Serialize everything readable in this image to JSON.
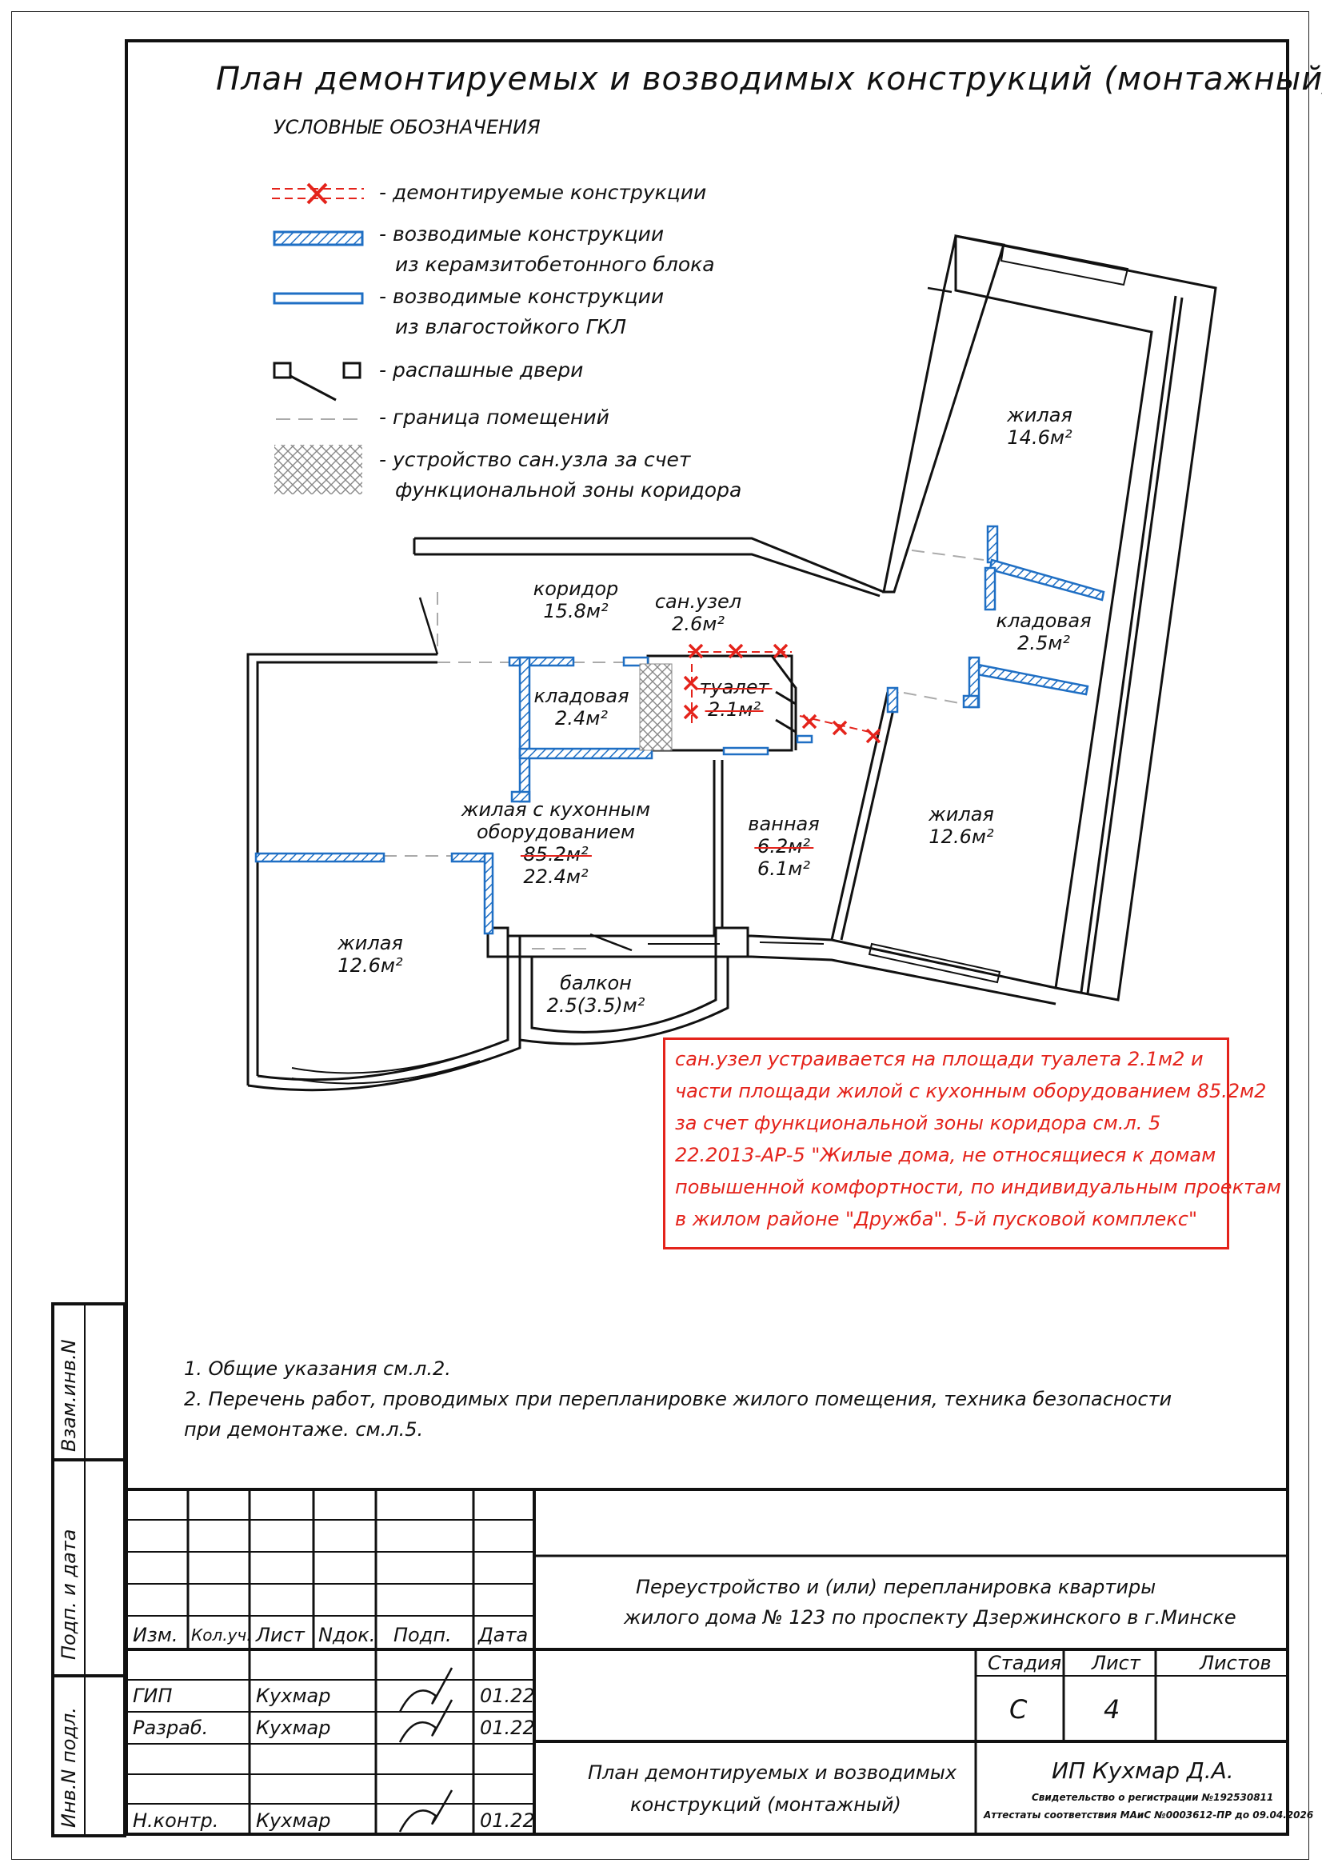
{
  "title": "План  демонтируемых  и  возводимых  конструкций (монтажный)",
  "legend": {
    "heading": "УСЛОВНЫЕ ОБОЗНАЧЕНИЯ",
    "items": [
      {
        "text": "- демонтируемые конструкции"
      },
      {
        "text": "- возводимые конструкции",
        "text2": "из керамзитобетонного блока"
      },
      {
        "text": "- возводимые конструкции",
        "text2": "из влагостойкого ГКЛ"
      },
      {
        "text": "- распашные двери"
      },
      {
        "text": "- граница помещений"
      },
      {
        "text": "- устройство сан.узла за счет",
        "text2": "функциональной зоны коридора"
      }
    ]
  },
  "rooms": {
    "r1": {
      "name": "жилая",
      "area": "14.6м²"
    },
    "r2": {
      "name": "коридор",
      "area": "15.8м²"
    },
    "r3": {
      "name": "сан.узел",
      "area": "2.6м²"
    },
    "r4": {
      "name": "кладовая",
      "area": "2.5м²"
    },
    "r5": {
      "name": "кладовая",
      "area": "2.4м²"
    },
    "r6": {
      "name": "туалет",
      "area": "2.1м²"
    },
    "r7": {
      "name": "жилая с кухонным",
      "name2": "оборудованием",
      "area_old": "85.2м²",
      "area": "22.4м²"
    },
    "r8": {
      "name": "ванная",
      "area_old": "6.2м²",
      "area": "6.1м²"
    },
    "r9": {
      "name": "жилая",
      "area": "12.6м²"
    },
    "r10": {
      "name": "жилая",
      "area": "12.6м²"
    },
    "r11": {
      "name": "балкон",
      "area": "2.5(3.5)м²"
    }
  },
  "red_note": [
    "сан.узел устраивается на площади туалета 2.1м2 и",
    "части площади жилой с кухонным оборудованием 85.2м2",
    "за счет функциональной зоны коридора см.л. 5",
    "22.2013-АР-5 \"Жилые дома, не относящиеся к домам",
    "повышенной комфортности, по индивидуальным проектам",
    "в жилом районе \"Дружба\". 5-й пусковой комплекс\""
  ],
  "notes": [
    "1.  Общие указания см.л.2.",
    "2.  Перечень работ, проводимых при перепланировке жилого помещения, техника безопасности",
    "при демонтаже. см.л.5."
  ],
  "side": {
    "vzam": "Взам.инв.N",
    "podp": "Подп. и дата",
    "inv": "Инв.N подл."
  },
  "stamp": {
    "headers": {
      "izm": "Изм.",
      "kol": "Кол.уч.",
      "list": "Лист",
      "ndok": "Nдок.",
      "podp": "Подп.",
      "data": "Дата"
    },
    "rows": [
      {
        "role": "ГИП",
        "name": "Кухмар",
        "date": "01.22"
      },
      {
        "role": "Разраб.",
        "name": "Кухмар",
        "date": "01.22"
      },
      {
        "role": "Н.контр.",
        "name": "Кухмар",
        "date": "01.22"
      }
    ],
    "project1": "Переустройство и (или) перепланировка квартиры",
    "project2": "жилого дома  №  123  по проспекту Дзержинского в г.Минске",
    "stadia_label": "Стадия",
    "list_label": "Лист",
    "listov_label": "Листов",
    "stadia": "С",
    "list": "4",
    "sheet_title1": "План демонтируемых и возводимых",
    "sheet_title2": "конструкций (монтажный)",
    "org": "ИП Кухмар Д.А.",
    "cert1": "Свидетельство о регистрации №192530811",
    "cert2": "Аттестаты соответствия МАиС №0003612-ПР до 09.04.2026"
  },
  "colors": {
    "blue": "#1f6fc4",
    "red": "#e4231b",
    "ink": "#111111"
  }
}
